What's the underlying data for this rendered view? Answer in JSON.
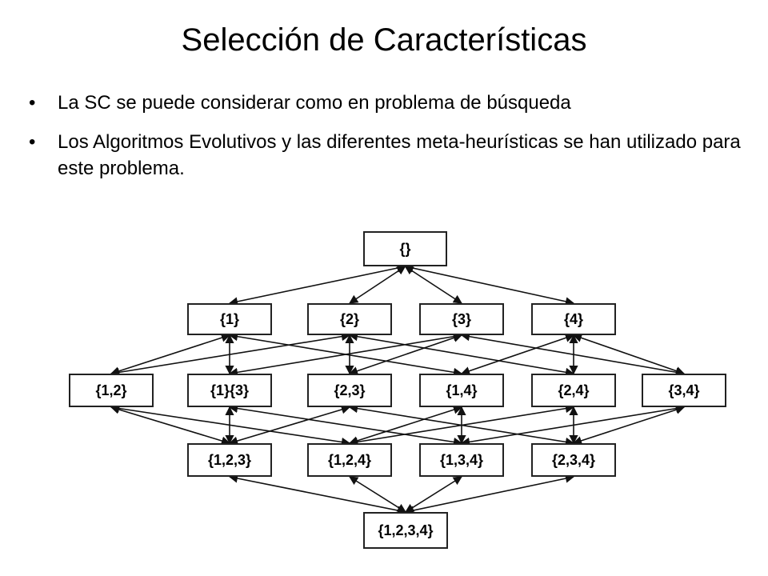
{
  "slide": {
    "title": "Selección de Características",
    "bullets": [
      "La SC se puede considerar como en problema de búsqueda",
      "Los Algoritmos Evolutivos y las diferentes meta-heurísticas se han utilizado para este problema."
    ],
    "bullet_symbol": "•"
  },
  "diagram": {
    "type": "subset-lattice",
    "nodes": [
      {
        "id": "n0",
        "label": "{}",
        "level": 0
      },
      {
        "id": "n1",
        "label": "{1}",
        "level": 1
      },
      {
        "id": "n2",
        "label": "{2}",
        "level": 1
      },
      {
        "id": "n3",
        "label": "{3}",
        "level": 1
      },
      {
        "id": "n4",
        "label": "{4}",
        "level": 1
      },
      {
        "id": "n12",
        "label": "{1,2}",
        "level": 2
      },
      {
        "id": "n13",
        "label": "{1}{3}",
        "level": 2
      },
      {
        "id": "n23",
        "label": "{2,3}",
        "level": 2
      },
      {
        "id": "n14",
        "label": "{1,4}",
        "level": 2
      },
      {
        "id": "n24",
        "label": "{2,4}",
        "level": 2
      },
      {
        "id": "n34",
        "label": "{3,4}",
        "level": 2
      },
      {
        "id": "n123",
        "label": "{1,2,3}",
        "level": 3
      },
      {
        "id": "n124",
        "label": "{1,2,4}",
        "level": 3
      },
      {
        "id": "n134",
        "label": "{1,3,4}",
        "level": 3
      },
      {
        "id": "n234",
        "label": "{2,3,4}",
        "level": 3
      },
      {
        "id": "n1234",
        "label": "{1,2,3,4}",
        "level": 4
      }
    ],
    "edges": [
      [
        "n0",
        "n1"
      ],
      [
        "n0",
        "n2"
      ],
      [
        "n0",
        "n3"
      ],
      [
        "n0",
        "n4"
      ],
      [
        "n1",
        "n12"
      ],
      [
        "n1",
        "n13"
      ],
      [
        "n1",
        "n14"
      ],
      [
        "n2",
        "n12"
      ],
      [
        "n2",
        "n23"
      ],
      [
        "n2",
        "n24"
      ],
      [
        "n3",
        "n13"
      ],
      [
        "n3",
        "n23"
      ],
      [
        "n3",
        "n34"
      ],
      [
        "n4",
        "n14"
      ],
      [
        "n4",
        "n24"
      ],
      [
        "n4",
        "n34"
      ],
      [
        "n12",
        "n123"
      ],
      [
        "n12",
        "n124"
      ],
      [
        "n13",
        "n123"
      ],
      [
        "n13",
        "n134"
      ],
      [
        "n23",
        "n123"
      ],
      [
        "n23",
        "n234"
      ],
      [
        "n14",
        "n124"
      ],
      [
        "n14",
        "n134"
      ],
      [
        "n24",
        "n124"
      ],
      [
        "n24",
        "n234"
      ],
      [
        "n34",
        "n134"
      ],
      [
        "n34",
        "n234"
      ],
      [
        "n123",
        "n1234"
      ],
      [
        "n124",
        "n1234"
      ],
      [
        "n134",
        "n1234"
      ],
      [
        "n234",
        "n1234"
      ]
    ],
    "arrows": "bidirectional"
  }
}
